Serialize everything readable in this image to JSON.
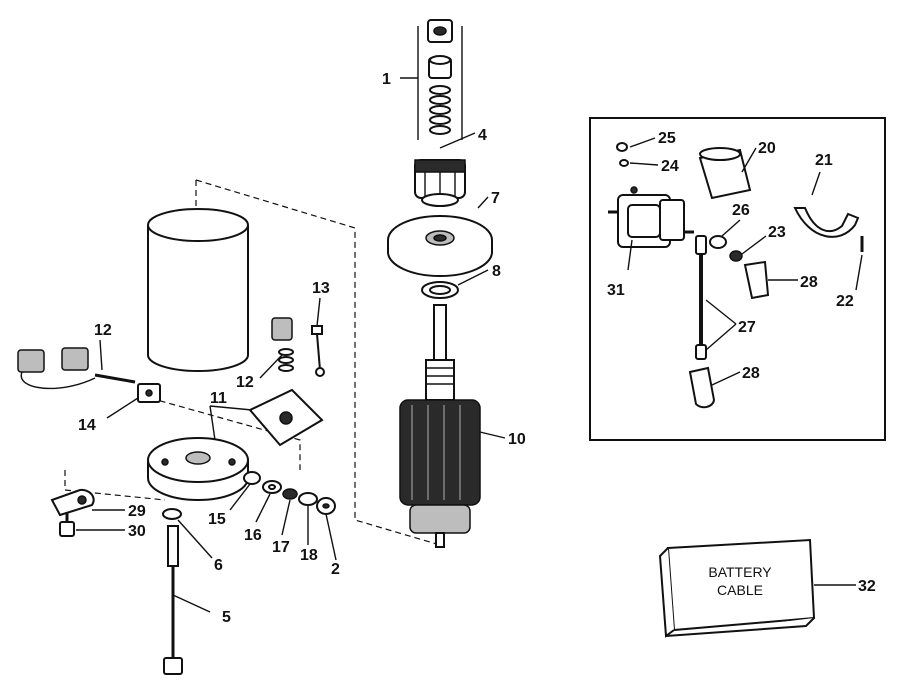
{
  "callouts": {
    "n1": "1",
    "n2": "2",
    "n4": "4",
    "n5": "5",
    "n6": "6",
    "n7": "7",
    "n8": "8",
    "n10": "10",
    "n11": "11",
    "n12a": "12",
    "n12b": "12",
    "n13": "13",
    "n14": "14",
    "n15": "15",
    "n16": "16",
    "n17": "17",
    "n18": "18",
    "n20": "20",
    "n21": "21",
    "n22": "22",
    "n23": "23",
    "n24": "24",
    "n25": "25",
    "n26": "26",
    "n27": "27",
    "n28a": "28",
    "n28b": "28",
    "n29": "29",
    "n30": "30",
    "n31": "31",
    "n32": "32"
  },
  "battery_cable_box": {
    "line1": "BATTERY",
    "line2": "CABLE"
  }
}
